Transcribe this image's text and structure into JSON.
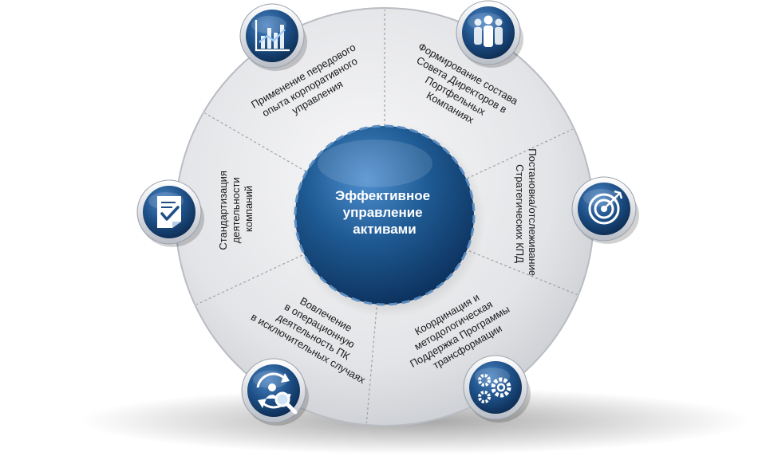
{
  "center": {
    "lines": [
      "Эффективное",
      "управление",
      "активами"
    ]
  },
  "segments": [
    {
      "id": "best-practice",
      "icon": "chart-icon",
      "lines": [
        "Применение передового",
        "опыта корпоративного",
        "управления"
      ]
    },
    {
      "id": "board-formation",
      "icon": "people-icon",
      "lines": [
        "Формирование состава",
        "Совета Директоров в",
        "Портфельных",
        "Компаниях"
      ]
    },
    {
      "id": "kpi",
      "icon": "target-icon",
      "lines": [
        "Постановка/отслеживание",
        "Стратегических КПД"
      ]
    },
    {
      "id": "coordination",
      "icon": "gears-icon",
      "lines": [
        "Координация и",
        "методологическая",
        "Поддержка Программы",
        "трансформации"
      ]
    },
    {
      "id": "involvement",
      "icon": "cycle-search-icon",
      "lines": [
        "Вовлечение",
        "в операционную",
        "деятельность ПК",
        "в исключительных случаях"
      ]
    },
    {
      "id": "standardization",
      "icon": "checklist-icon",
      "lines": [
        "Стандартизация",
        "деятельности",
        "компаний"
      ]
    }
  ],
  "colors": {
    "ring": "#e4e5e8",
    "ring_edge": "#b9bcc2",
    "divider": "#9da0a6",
    "center": "#1f5b94",
    "center_dark": "#0b2f5a",
    "icon_badge": "#1d4f86",
    "text": "#1b1b1b"
  }
}
